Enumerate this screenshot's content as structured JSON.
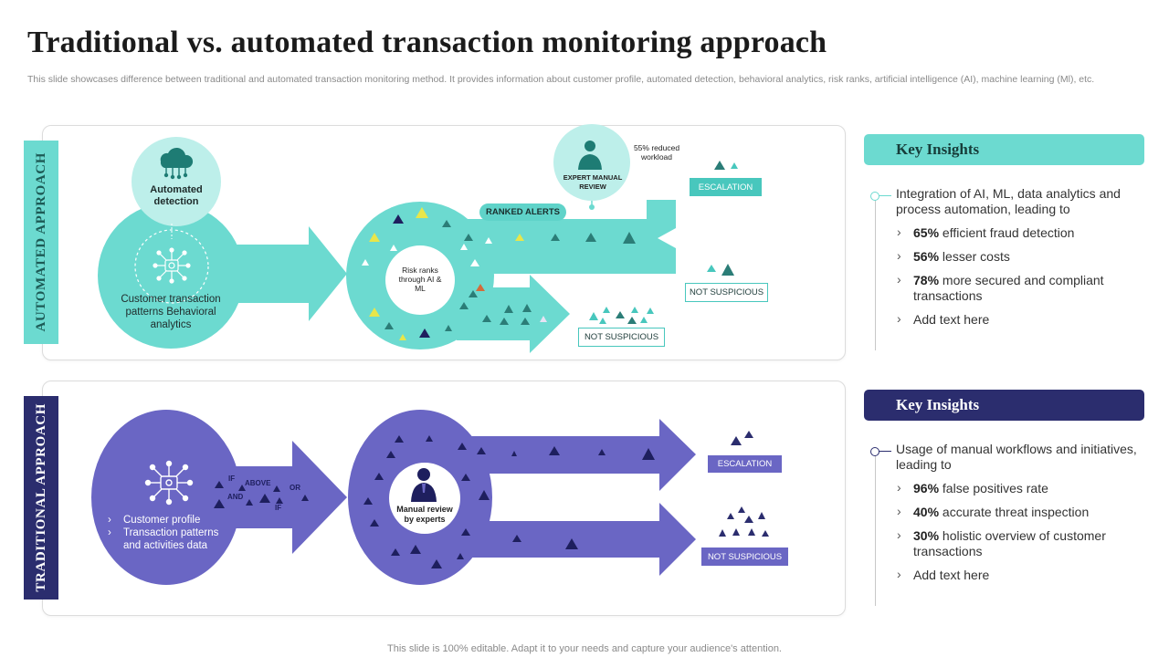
{
  "slide": {
    "title": "Traditional vs. automated transaction monitoring approach",
    "subtitle": "This slide showcases difference between traditional and automated transaction monitoring method. It provides information about customer profile, automated detection, behavioral analytics, risk ranks, artificial intelligence (AI), machine learning (Ml), etc.",
    "footer": "This slide is 100% editable. Adapt it to your needs and capture your audience's attention."
  },
  "automated": {
    "section_label": "AUTOMATED APPROACH",
    "detection_label": "Automated detection",
    "patterns_text": "Customer transaction patterns Behavioral analytics",
    "hub_label": "Risk ranks through AI & ML",
    "ranked_alerts": "RANKED ALERTS",
    "expert_review": "EXPERT MANUAL REVIEW",
    "reduced_workload": "55% reduced workload",
    "escalation": "ESCALATION",
    "not_suspicious_1": "NOT SUSPICIOUS",
    "not_suspicious_2": "NOT SUSPICIOUS"
  },
  "traditional": {
    "section_label": "TRADITIONAL APPROACH",
    "profile_items": [
      "Customer profile",
      "Transaction patterns and activities data"
    ],
    "rule_words": [
      "IF",
      "ABOVE",
      "AND",
      "OR",
      "IF"
    ],
    "hub_label": "Manual review by experts",
    "escalation": "ESCALATION",
    "not_suspicious": "NOT SUSPICIOUS"
  },
  "insights_automated": {
    "heading": "Key Insights",
    "intro": "Integration of AI, ML, data analytics and process automation, leading to",
    "items": [
      {
        "strong": "65%",
        "text": " efficient fraud detection"
      },
      {
        "strong": "56%",
        "text": " lesser costs"
      },
      {
        "strong": "78%",
        "text": " more secured and compliant transactions"
      },
      {
        "strong": "",
        "text": "Add text here"
      }
    ]
  },
  "insights_traditional": {
    "heading": "Key Insights",
    "intro": "Usage of manual workflows and initiatives, leading to",
    "items": [
      {
        "strong": "96%",
        "text": " false positives rate"
      },
      {
        "strong": "40%",
        "text": " accurate threat inspection"
      },
      {
        "strong": "30%",
        "text": " holistic overview of customer transactions"
      },
      {
        "strong": "",
        "text": "Add text here"
      }
    ]
  },
  "colors": {
    "teal_light": "#bdefea",
    "teal": "#6cdad0",
    "teal_dark": "#48c7bd",
    "navy": "#2b2d6e",
    "purple": "#6a66c4",
    "purple_dark": "#1e1f5e"
  }
}
